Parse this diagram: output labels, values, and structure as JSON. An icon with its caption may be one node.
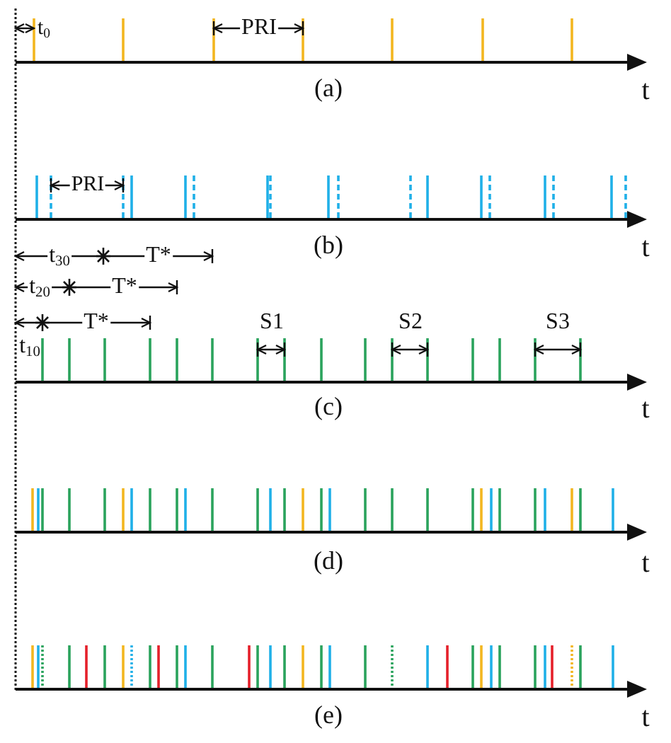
{
  "diagram": {
    "labels": [
      "t$_{0}$",
      "PRI",
      "(a)",
      "t",
      "PRI",
      "(b)",
      "t",
      "t$_{30}$",
      "T*",
      "t$_{20}$",
      "T*",
      "t$_{10}$",
      "T*",
      "S1",
      "S2",
      "S3",
      "(c)",
      "t",
      "(d)",
      "t",
      "(e)",
      "t"
    ]
  }
}
